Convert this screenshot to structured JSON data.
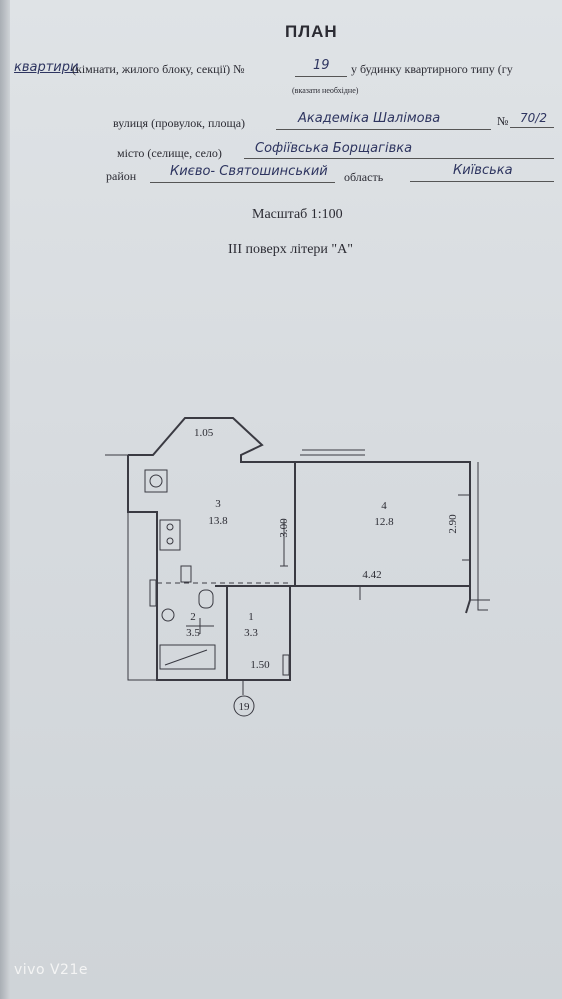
{
  "header": {
    "title": "ПЛАН",
    "line1_prefix": "квартири",
    "line1_middle": "(кімнати, жилого блоку, секції) №",
    "apartment_no": "19",
    "line1_suffix": "у будинку квартирного типу (гу",
    "hint": "(вказати необхідне)",
    "street_label": "вулиця (провулок, площа)",
    "street_value": "Академіка Шалімова",
    "number_label": "№",
    "number_value": "70/2",
    "city_label": "місто (селище, село)",
    "city_value": "Софіївська Борщагівка",
    "district_label": "район",
    "district_value": "Києво- Святошинський",
    "region_label": "область",
    "region_value": "Київська",
    "scale": "Масштаб 1:100",
    "floor": "III поверх літери \"А\""
  },
  "plan": {
    "rooms": [
      {
        "number": "3",
        "area": "13.8"
      },
      {
        "number": "4",
        "area": "12.8"
      },
      {
        "number": "2",
        "area": "3.5"
      },
      {
        "number": "1",
        "area": "3.3"
      }
    ],
    "dimensions": {
      "bay": "1.05",
      "wall_3": "3.00",
      "wall_4_length": "4.42",
      "wall_4_height": "2.90",
      "corridor": "1.50"
    },
    "apartment_mark": "19"
  },
  "watermark": "vivo V21e"
}
